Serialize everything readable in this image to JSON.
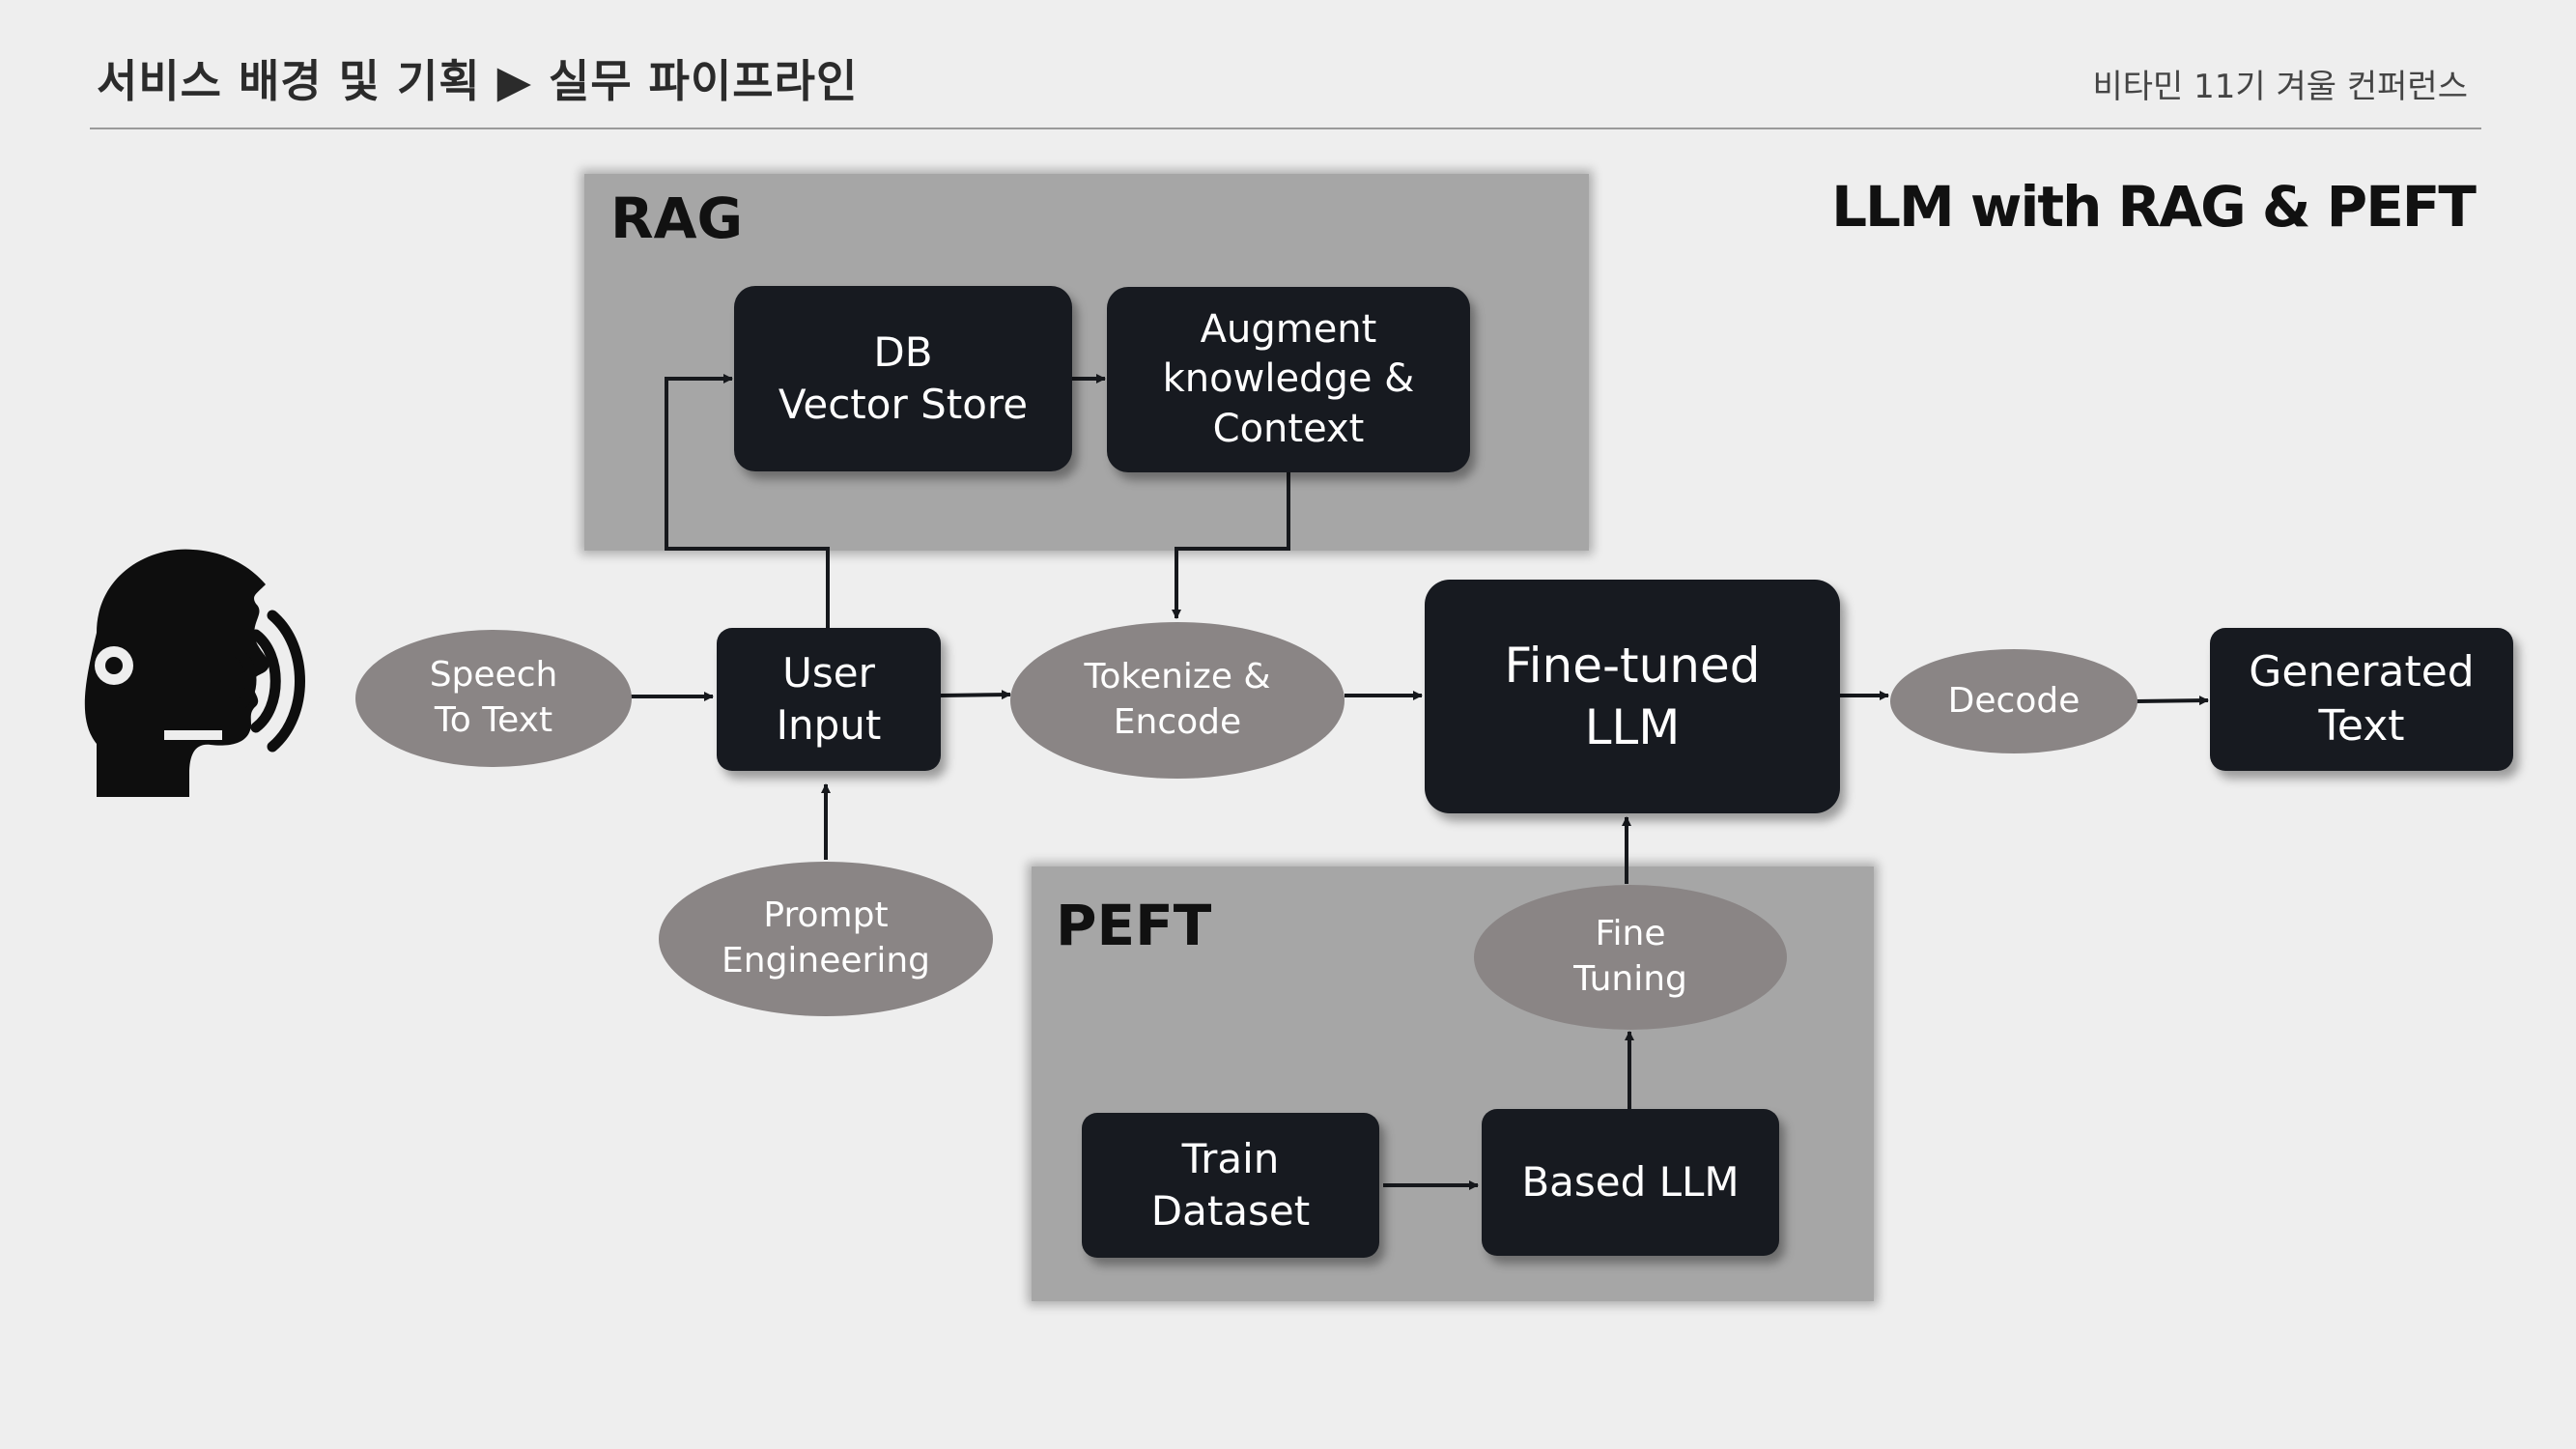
{
  "header": {
    "title": "서비스 배경 및 기획 ▶ 실무 파이프라인",
    "subtitle": "비타민 11기 겨울 컨퍼런스"
  },
  "main_title": "LLM with RAG & PEFT",
  "panels": {
    "rag": "RAG",
    "peft": "PEFT"
  },
  "nodes": {
    "db_vector_store": "DB\nVector Store",
    "augment": "Augment\nknowledge &\nContext",
    "speech_to_text": "Speech\nTo Text",
    "user_input": "User\nInput",
    "tokenize_encode": "Tokenize &\nEncode",
    "fine_tuned_llm": "Fine-tuned\nLLM",
    "decode": "Decode",
    "generated_text": "Generated\nText",
    "prompt_engineering": "Prompt\nEngineering",
    "fine_tuning": "Fine\nTuning",
    "train_dataset": "Train\nDataset",
    "based_llm": "Based LLM"
  },
  "icons": {
    "speaker": "speaking-head-icon"
  },
  "colors": {
    "background": "#eeeeee",
    "panel": "#a6a6a6",
    "box": "#171a20",
    "ellipse": "#8a8585",
    "arrow": "#16181c"
  }
}
